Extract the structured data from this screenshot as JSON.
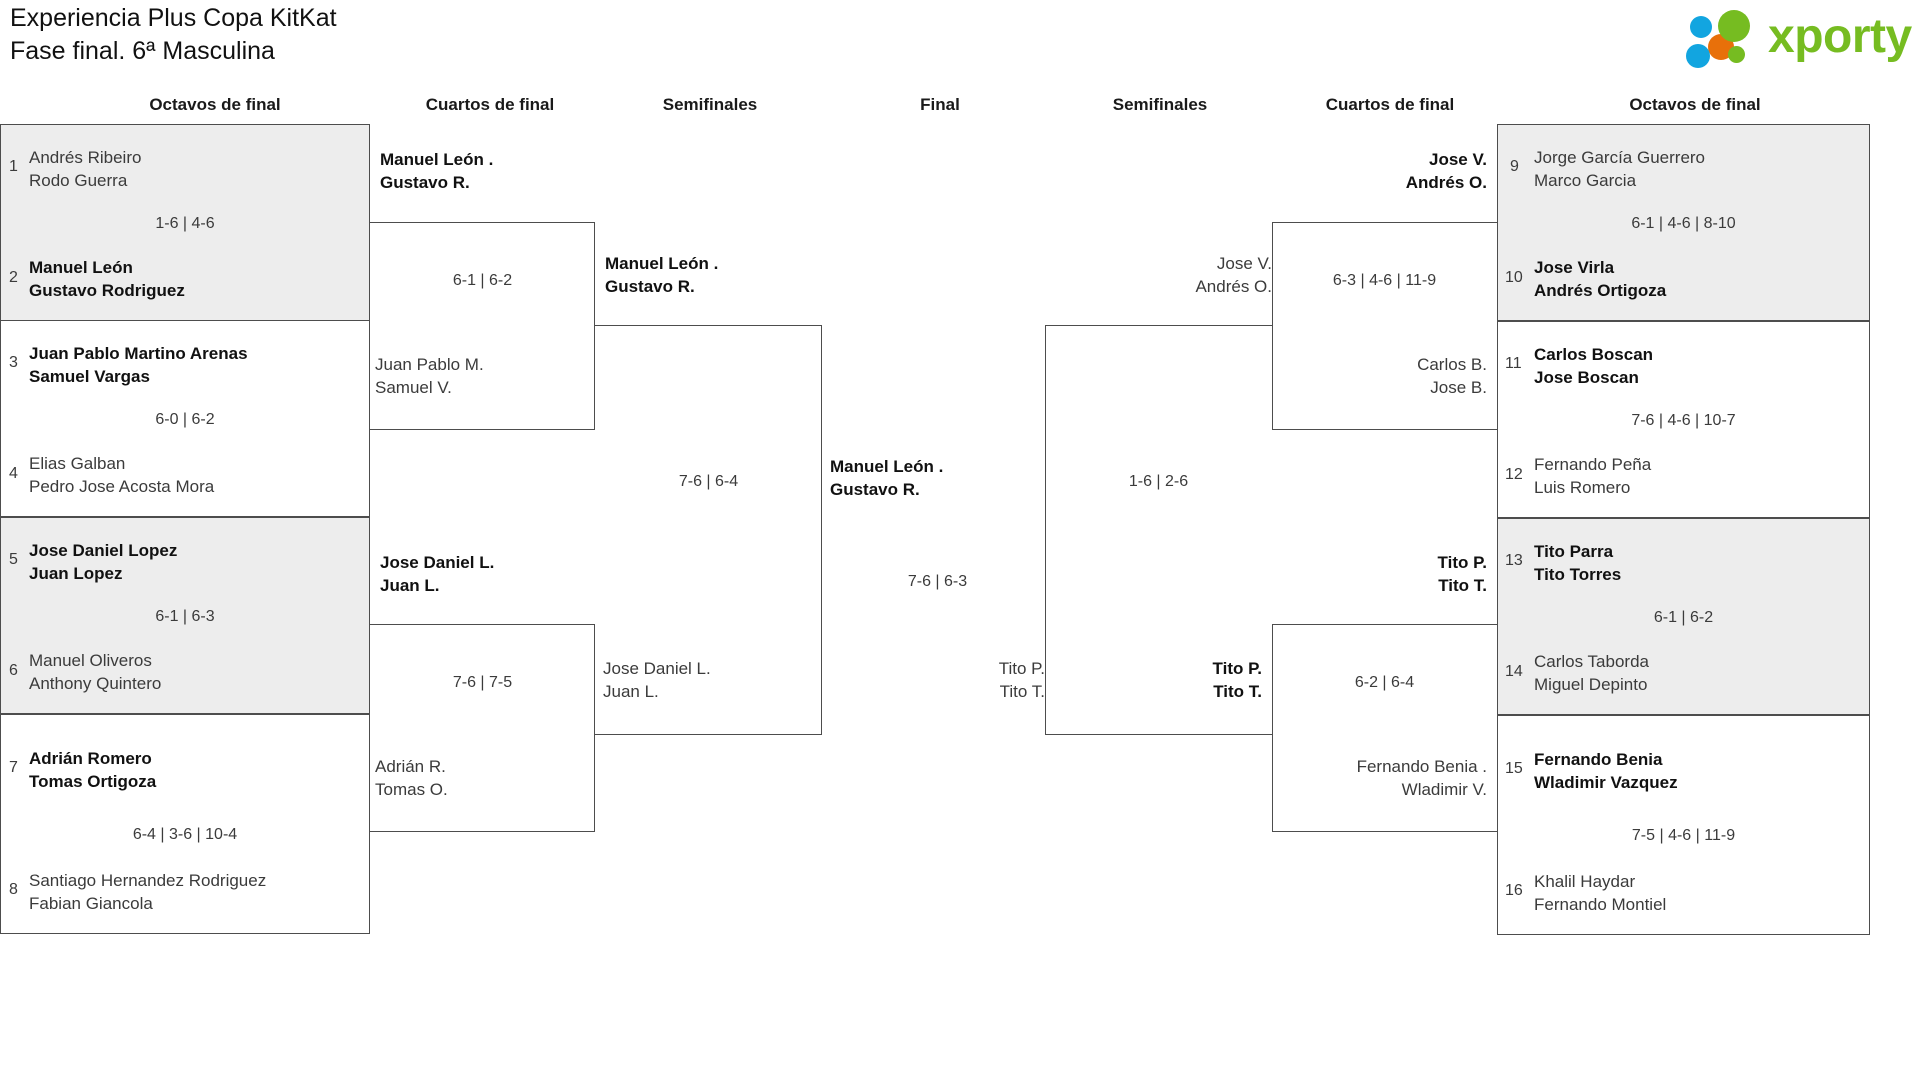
{
  "header": {
    "title_line1": "Experiencia Plus Copa KitKat",
    "title_line2": "Fase final. 6ª Masculina",
    "logo_text": "xporty",
    "logo_colors": {
      "green": "#76bc21",
      "blue": "#12a5e0",
      "orange": "#e8700a"
    }
  },
  "round_headers": {
    "left_octavos": "Octavos de final",
    "left_cuartos": "Cuartos de final",
    "left_semis": "Semifinales",
    "final": "Final",
    "right_semis": "Semifinales",
    "right_cuartos": "Cuartos de final",
    "right_octavos": "Octavos de final"
  },
  "left_octavos": [
    {
      "score": "1-6 | 4-6",
      "top": {
        "seed": "1",
        "p1": "Andrés Ribeiro",
        "p2": "Rodo Guerra",
        "winner": false
      },
      "bottom": {
        "seed": "2",
        "p1": "Manuel León",
        "p2": "Gustavo Rodriguez",
        "winner": true
      }
    },
    {
      "score": "6-0 | 6-2",
      "top": {
        "seed": "3",
        "p1": "Juan Pablo Martino Arenas",
        "p2": "Samuel Vargas",
        "winner": true
      },
      "bottom": {
        "seed": "4",
        "p1": "Elias Galban",
        "p2": "Pedro Jose Acosta Mora",
        "winner": false
      }
    },
    {
      "score": "6-1 | 6-3",
      "top": {
        "seed": "5",
        "p1": "Jose Daniel Lopez",
        "p2": "Juan Lopez",
        "winner": true
      },
      "bottom": {
        "seed": "6",
        "p1": "Manuel Oliveros",
        "p2": "Anthony Quintero",
        "winner": false
      }
    },
    {
      "score": "6-4 | 3-6 | 10-4",
      "top": {
        "seed": "7",
        "p1": "Adrián Romero",
        "p2": "Tomas Ortigoza",
        "winner": true
      },
      "bottom": {
        "seed": "8",
        "p1": "Santiago Hernandez Rodriguez",
        "p2": "Fabian Giancola",
        "winner": false
      }
    }
  ],
  "right_octavos": [
    {
      "score": "6-1 | 4-6 | 8-10",
      "top": {
        "seed": "9",
        "p1": "Jorge García Guerrero",
        "p2": "Marco Garcia",
        "winner": false
      },
      "bottom": {
        "seed": "10",
        "p1": "Jose Virla",
        "p2": "Andrés Ortigoza",
        "winner": true
      }
    },
    {
      "score": "7-6 | 4-6 | 10-7",
      "top": {
        "seed": "11",
        "p1": "Carlos Boscan",
        "p2": "Jose Boscan",
        "winner": true
      },
      "bottom": {
        "seed": "12",
        "p1": "Fernando Peña",
        "p2": "Luis Romero",
        "winner": false
      }
    },
    {
      "score": "6-1 | 6-2",
      "top": {
        "seed": "13",
        "p1": "Tito Parra",
        "p2": "Tito Torres",
        "winner": true
      },
      "bottom": {
        "seed": "14",
        "p1": "Carlos Taborda",
        "p2": "Miguel Depinto",
        "winner": false
      }
    },
    {
      "score": "7-5 | 4-6 | 11-9",
      "top": {
        "seed": "15",
        "p1": "Fernando Benia",
        "p2": "Wladimir Vazquez",
        "winner": true
      },
      "bottom": {
        "seed": "16",
        "p1": "Khalil Haydar",
        "p2": "Fernando Montiel",
        "winner": false
      }
    }
  ],
  "left_cuartos": [
    {
      "score": "6-1 | 6-2",
      "top": {
        "p1": "Manuel León .",
        "p2": "Gustavo R.",
        "winner": true
      },
      "bottom": {
        "p1": "Juan Pablo M.",
        "p2": "Samuel V.",
        "winner": false
      }
    },
    {
      "score": "7-6 | 7-5",
      "top": {
        "p1": "Jose Daniel L.",
        "p2": "Juan L.",
        "winner": true
      },
      "bottom": {
        "p1": "Adrián R.",
        "p2": "Tomas O.",
        "winner": false
      }
    }
  ],
  "right_cuartos": [
    {
      "score": "6-3 | 4-6 | 11-9",
      "top": {
        "p1": "Jose V.",
        "p2": "Andrés O.",
        "winner": true
      },
      "bottom": {
        "p1": "Carlos B.",
        "p2": "Jose B.",
        "winner": false
      }
    },
    {
      "score": "6-2 | 6-4",
      "top": {
        "p1": "Tito P.",
        "p2": "Tito T.",
        "winner": true
      },
      "bottom": {
        "p1": "Fernando Benia .",
        "p2": "Wladimir V.",
        "winner": false
      }
    }
  ],
  "left_semis": {
    "score": "7-6 | 6-4",
    "top": {
      "p1": "Manuel León .",
      "p2": "Gustavo R.",
      "winner": true
    },
    "bottom": {
      "p1": "Jose Daniel L.",
      "p2": "Juan L.",
      "winner": false
    }
  },
  "right_semis": {
    "score": "1-6 | 2-6",
    "top": {
      "p1": "Jose V.",
      "p2": "Andrés O.",
      "winner": false
    },
    "bottom": {
      "p1": "Tito P.",
      "p2": "Tito T.",
      "winner": true
    }
  },
  "final": {
    "score": "7-6 | 6-3",
    "top": {
      "p1": "Manuel León .",
      "p2": "Gustavo R.",
      "winner": true
    },
    "bottom": {
      "p1": "Tito P.",
      "p2": "Tito T.",
      "winner": false
    }
  }
}
